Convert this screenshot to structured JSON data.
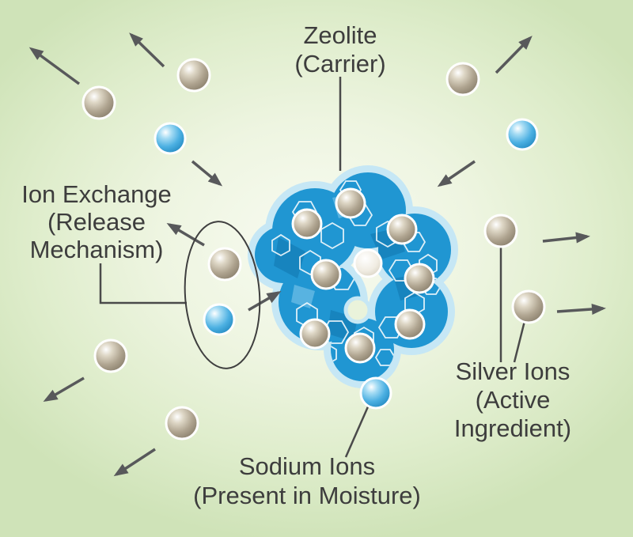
{
  "labels": {
    "zeolite": {
      "line1": "Zeolite",
      "line2": "(Carrier)"
    },
    "ion_exchange": {
      "line1": "Ion Exchange",
      "line2": "(Release",
      "line3": "Mechanism)"
    },
    "silver": {
      "line1": "Silver Ions",
      "line2": "(Active",
      "line3": "Ingredient)"
    },
    "sodium": {
      "line1": "Sodium Ions",
      "line2": "(Present in Moisture)"
    }
  },
  "colors": {
    "background_center": "#f8fbf1",
    "background_edge": "#cfe3b8",
    "zeolite_fill": "#2096d2",
    "zeolite_halo": "#c6e7f5",
    "silver_ion": "#ab9f8b",
    "sodium_ion": "#45aadd",
    "arrow": "#58595b",
    "text": "#3d3d3d"
  }
}
